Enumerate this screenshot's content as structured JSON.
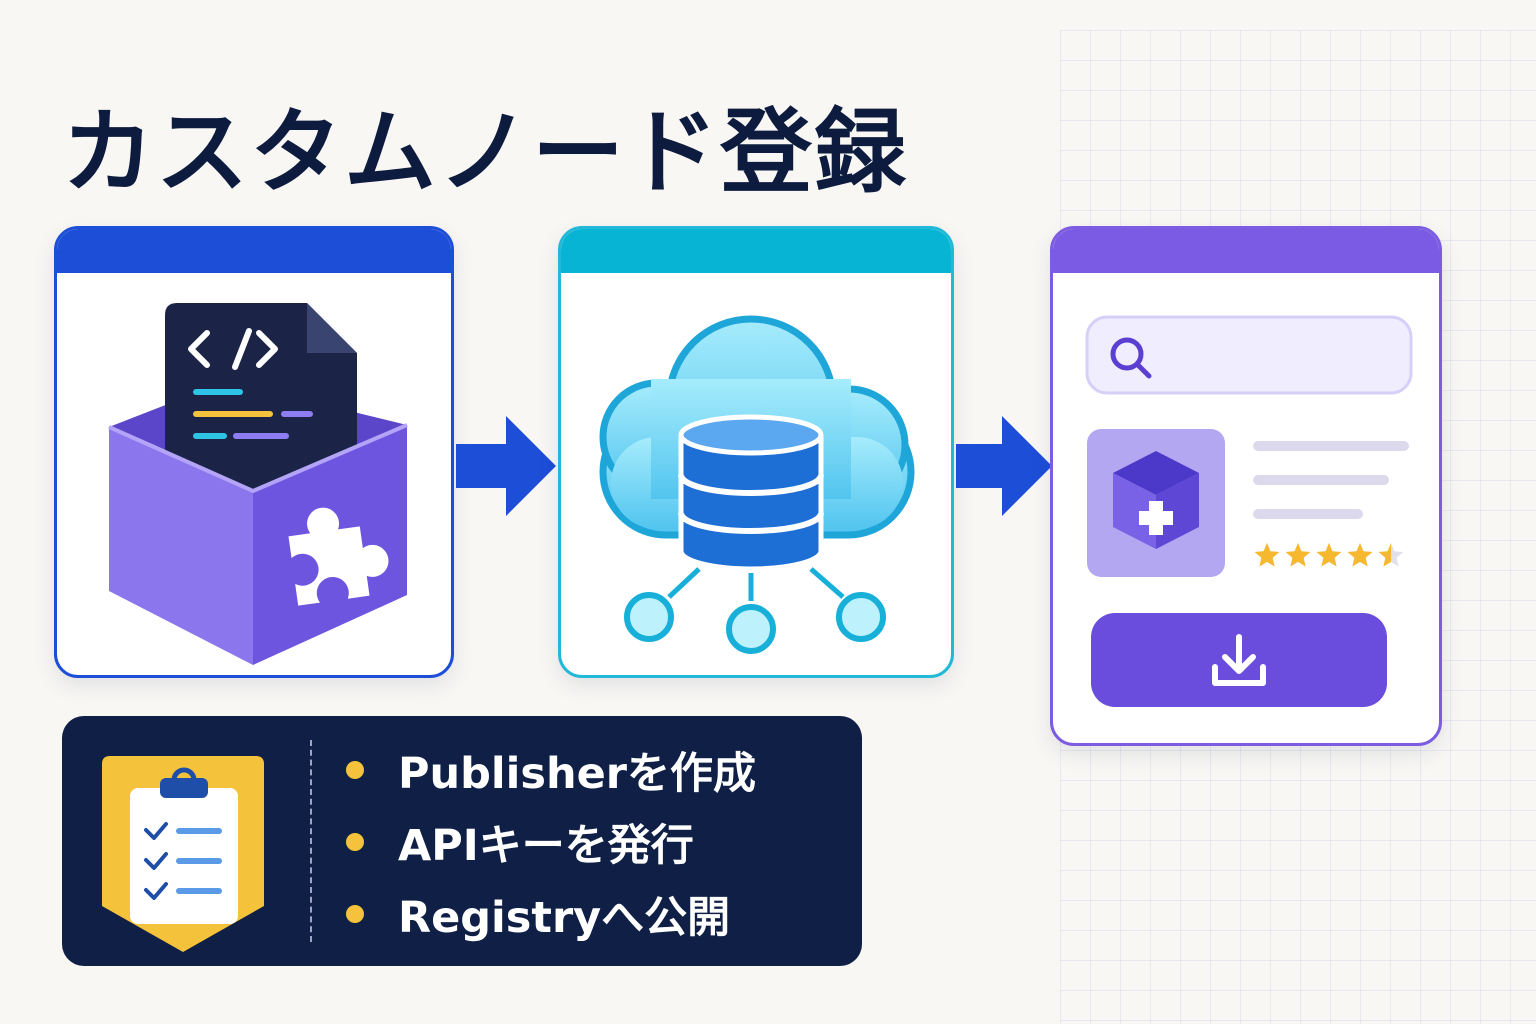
{
  "title": "カスタムノード登録",
  "steps": [
    {
      "label": "Publisherを作成"
    },
    {
      "label": "APIキーを発行"
    },
    {
      "label": "Registryへ公開"
    }
  ],
  "registry_listing": {
    "rating_stars": 4.5,
    "rating_max": 5
  },
  "colors": {
    "title": "#0d1b3e",
    "card1_accent": "#1d4ed8",
    "card2_accent": "#08b4d4",
    "card3_accent": "#7b5be3",
    "arrow": "#1d4ed8",
    "panel_bg": "#0f1f45",
    "bullet": "#f5c33b",
    "star": "#f5b82e"
  }
}
